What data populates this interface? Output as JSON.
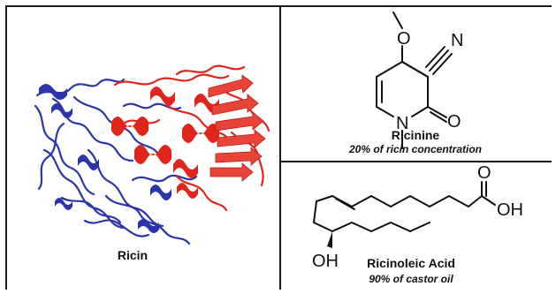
{
  "panels": {
    "ricin": {
      "title": "Ricin"
    },
    "ricinine": {
      "title": "Ricinine",
      "note": "20% of ricin concentration",
      "atoms": {
        "o_methoxy": "O",
        "nitrile_n": "N",
        "carbonyl_o": "O",
        "ring_n": "N"
      }
    },
    "ricinoleic": {
      "title": "Ricinoleic Acid",
      "note": "90% of castor oil",
      "atoms": {
        "acid_o": "O",
        "acid_oh": "OH",
        "hydroxyl": "OH"
      }
    }
  },
  "colors": {
    "protein_chain_a": "#2b34a8",
    "protein_chain_b": "#e0261c",
    "frame": "#1a1a1a"
  }
}
